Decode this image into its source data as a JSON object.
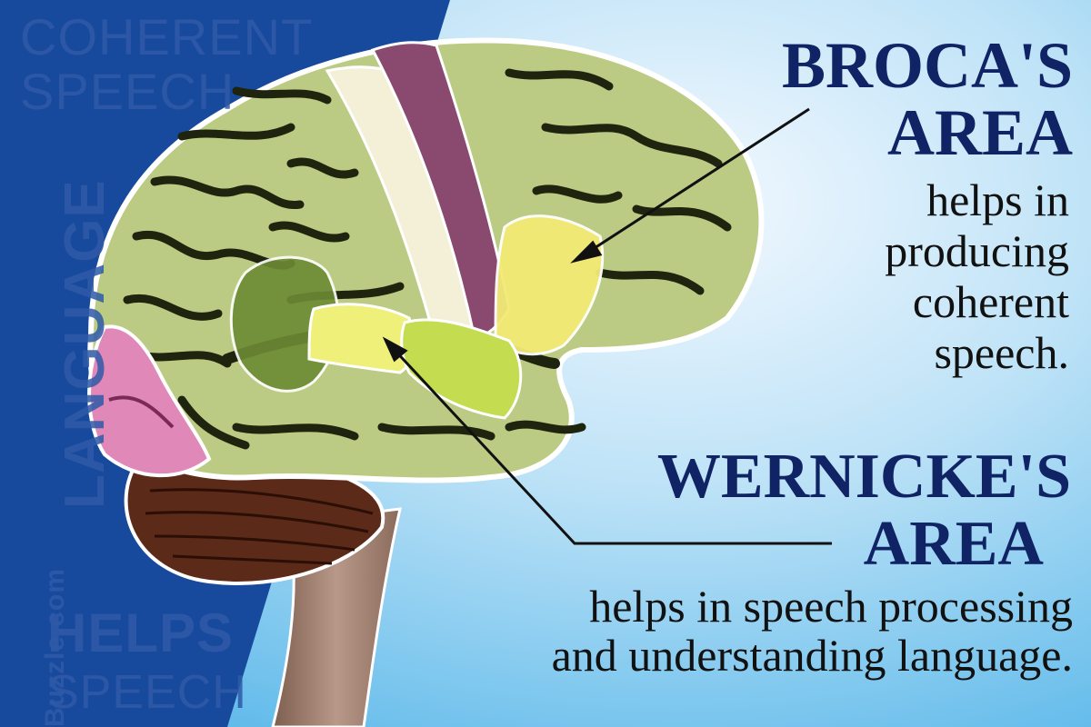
{
  "watermark": {
    "coherent": "COHERENT",
    "speech_top": "SPEECH",
    "language": "LANGUAGE",
    "helps": "HELPS",
    "speech_bottom": "SPEECH",
    "brand": "Buzzle.com"
  },
  "broca": {
    "title_line1": "BROCA'S",
    "title_line2": "AREA",
    "description_lines": [
      "helps in",
      "producing",
      "coherent",
      "speech."
    ]
  },
  "wernicke": {
    "title_line1": "WERNICKE'S",
    "title_line2": "AREA",
    "description_lines": [
      "helps in speech processing",
      "and understanding language."
    ]
  },
  "colors": {
    "background_left": "#174a9c",
    "background_right_light": "#f4f9ff",
    "background_right_dark": "#5db9ea",
    "heading": "#0f2365",
    "brain_base": "#bccb84",
    "broca_region": "#f2ea75",
    "wernicke_region": "#eef07a",
    "motor_strip": "#8a4a70",
    "sensory_strip": "#f4f0d8",
    "occipital_region": "#e088b8",
    "auditory_region": "#c3dc50",
    "angular_region": "#6c8a34",
    "cerebellum": "#5b2a18",
    "brainstem": "#a88a78"
  }
}
